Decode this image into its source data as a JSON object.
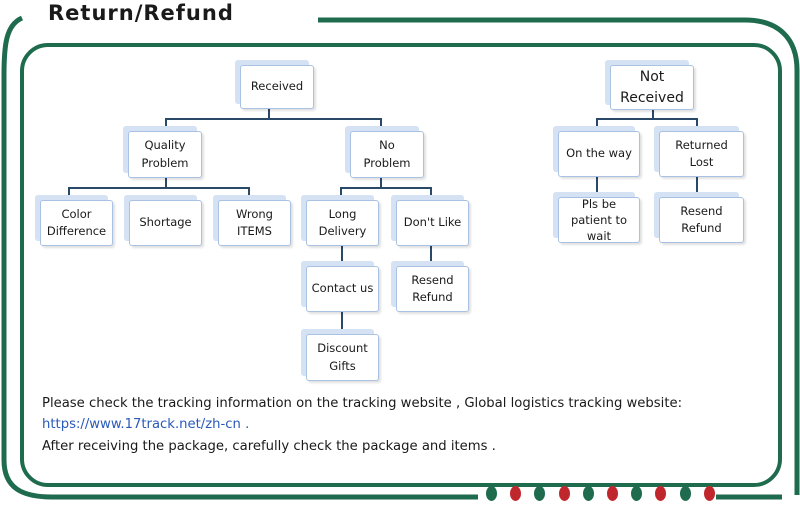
{
  "title": "Return/Refund",
  "diagram": {
    "received": {
      "label": "Received",
      "quality_problem": {
        "label": "Quality\nProblem",
        "children": [
          "Color\nDifference",
          "Shortage",
          "Wrong\nITEMS"
        ]
      },
      "no_problem": {
        "label": "No\nProblem",
        "long_delivery": "Long\nDelivery",
        "contact_us": "Contact us",
        "discount_gifts": "Discount\nGifts",
        "dont_like": "Don't Like",
        "resend_refund": "Resend\nRefund"
      }
    },
    "not_received": {
      "label": "Not\nReceived",
      "on_the_way": "On the way",
      "pls_be_patient": "Pls be\npatient to\nwait",
      "returned_lost": "Returned\nLost",
      "resend_refund": "Resend\nRefund"
    }
  },
  "notes": {
    "line1": "Please check the tracking information on the tracking website , Global logistics tracking website:",
    "link": "https://www.17track.net/zh-cn .",
    "line3": "After receiving the package, carefully check the package and items ."
  },
  "colors": {
    "frame_green": "#1f6b4d",
    "node_border": "#a9c2e4",
    "node_shadow": "#d4e2f4",
    "connector": "#2a4868",
    "link": "#2a5ab8",
    "dot_green": "#1f6b4d",
    "dot_red": "#c0272d"
  },
  "decor_dots": [
    "green",
    "red",
    "green",
    "red",
    "green",
    "red",
    "green",
    "red",
    "green",
    "red"
  ]
}
